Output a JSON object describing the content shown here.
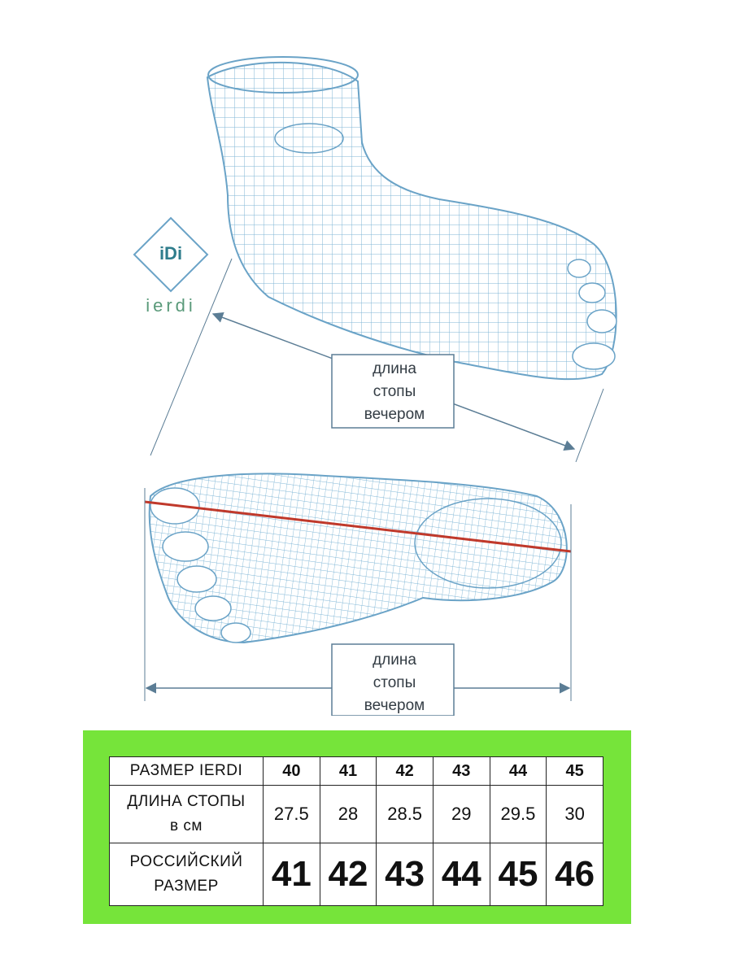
{
  "logo": {
    "badge_text": "iDi",
    "wordmark": "ierdi"
  },
  "foot_side": {
    "label": "длина\nстопы\nвечером"
  },
  "foot_sole": {
    "label": "длина\nстопы\nвечером"
  },
  "colors": {
    "frame_green": "#76e43a",
    "mesh_blue": "#7fb6d6",
    "axis_red": "#c0392b",
    "arrow": "#5b7d95"
  },
  "size_table": {
    "rows": [
      {
        "header": "РАЗМЕР IERDI",
        "values": [
          "40",
          "41",
          "42",
          "43",
          "44",
          "45"
        ]
      },
      {
        "header": "ДЛИНА СТОПЫ\nв см",
        "values": [
          "27.5",
          "28",
          "28.5",
          "29",
          "29.5",
          "30"
        ]
      },
      {
        "header": "РОССИЙСКИЙ\nРАЗМЕР",
        "values": [
          "41",
          "42",
          "43",
          "44",
          "45",
          "46"
        ]
      }
    ]
  }
}
